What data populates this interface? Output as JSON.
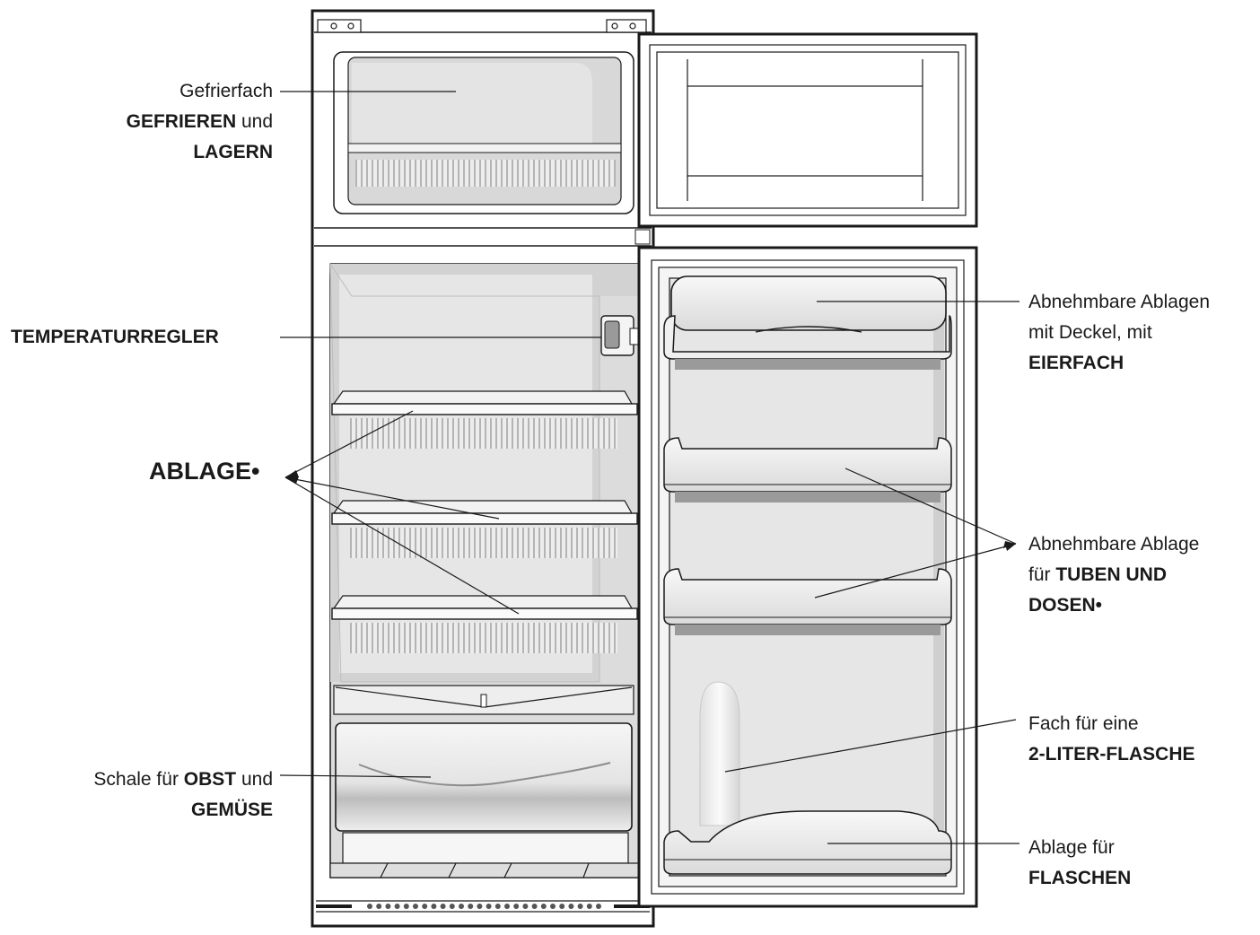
{
  "labels": {
    "freezer": {
      "line1": "Gefrierfach",
      "line2_bold": "GEFRIEREN",
      "line2_rest": " und",
      "line3_bold": "LAGERN"
    },
    "thermostat": {
      "bold": "TEMPERATURREGLER"
    },
    "shelf": {
      "bold": "ABLAGE•"
    },
    "crisper": {
      "prefix": "Schale für ",
      "bold1": "OBST",
      "suffix": " und",
      "bold2": "GEMÜSE"
    },
    "egg_shelf": {
      "line1": "Abnehmbare Ablagen",
      "line2": "mit Deckel, mit",
      "line3_bold": "EIERFACH"
    },
    "tube_shelf": {
      "line1": "Abnehmbare Ablage",
      "line2_prefix": "für ",
      "line2_bold": "TUBEN UND",
      "line3_bold": "DOSEN•"
    },
    "bottle_compartment": {
      "line1": "Fach für eine",
      "line2_bold": "2-LITER-FLASCHE"
    },
    "bottle_shelf": {
      "line1": "Ablage für",
      "line2_bold": "FLASCHEN"
    }
  },
  "colors": {
    "outline": "#1a1a1a",
    "interior": "#d9d9d9",
    "light": "#efefef",
    "shadow": "#a8a8a8"
  }
}
